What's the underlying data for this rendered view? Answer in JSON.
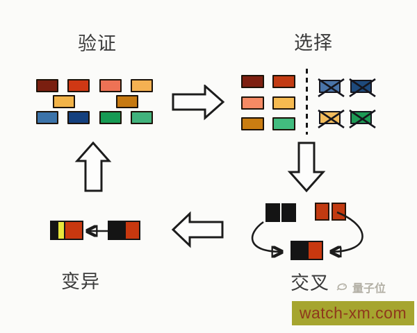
{
  "diagram": {
    "stages": {
      "validate": "验证",
      "select": "选择",
      "crossover": "交叉",
      "mutate": "变异"
    }
  },
  "validation_grid": {
    "row1": [
      "#7a1f10",
      "#cf3814",
      "#ee7255",
      "#f4b152"
    ],
    "row2": [
      "#f2b348",
      "#c67911"
    ],
    "row3": [
      "#3c73a9",
      "#14407e",
      "#169a53",
      "#41b27c"
    ]
  },
  "selection_grid": {
    "kept_row1": [
      "#7e2011",
      "#c23b13"
    ],
    "kept_row2": [
      "#f58a64",
      "#f6ba50"
    ],
    "kept_row3": [
      "#ca7d12",
      "#42bc7f"
    ],
    "rejected_row1": [
      "#4a74a8",
      "#1e4a7c"
    ],
    "rejected_row2": [
      "#f3bc5c",
      "#1d9a55"
    ]
  },
  "crossover_group": {
    "black": "#141414",
    "red": "#c23a11",
    "child_left": "#141414",
    "child_right": "#c8380f"
  },
  "mutation_group": {
    "black": "#141414",
    "yellow": "#e8e63c",
    "red": "#c8380f"
  },
  "watermark": {
    "brand": "量子位",
    "site": "watch-xm.com",
    "banner_color": "#a6a52f",
    "site_text_color": "#8e381c"
  }
}
